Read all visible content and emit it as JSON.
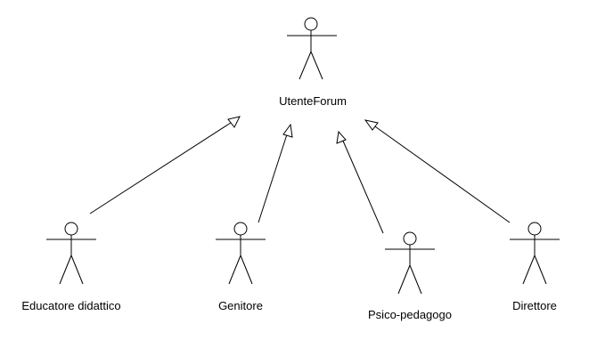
{
  "diagram": {
    "parent_actor": {
      "name": "UtenteForum"
    },
    "child_actors": [
      {
        "name": "Educatore didattico"
      },
      {
        "name": "Genitore"
      },
      {
        "name": "Psico-pedagogo"
      },
      {
        "name": "Direttore"
      }
    ],
    "relationships": [
      {
        "type": "generalization",
        "from": "Educatore didattico",
        "to": "UtenteForum"
      },
      {
        "type": "generalization",
        "from": "Genitore",
        "to": "UtenteForum"
      },
      {
        "type": "generalization",
        "from": "Psico-pedagogo",
        "to": "UtenteForum"
      },
      {
        "type": "generalization",
        "from": "Direttore",
        "to": "UtenteForum"
      }
    ],
    "colors": {
      "stroke": "#000000",
      "background": "#ffffff"
    }
  }
}
